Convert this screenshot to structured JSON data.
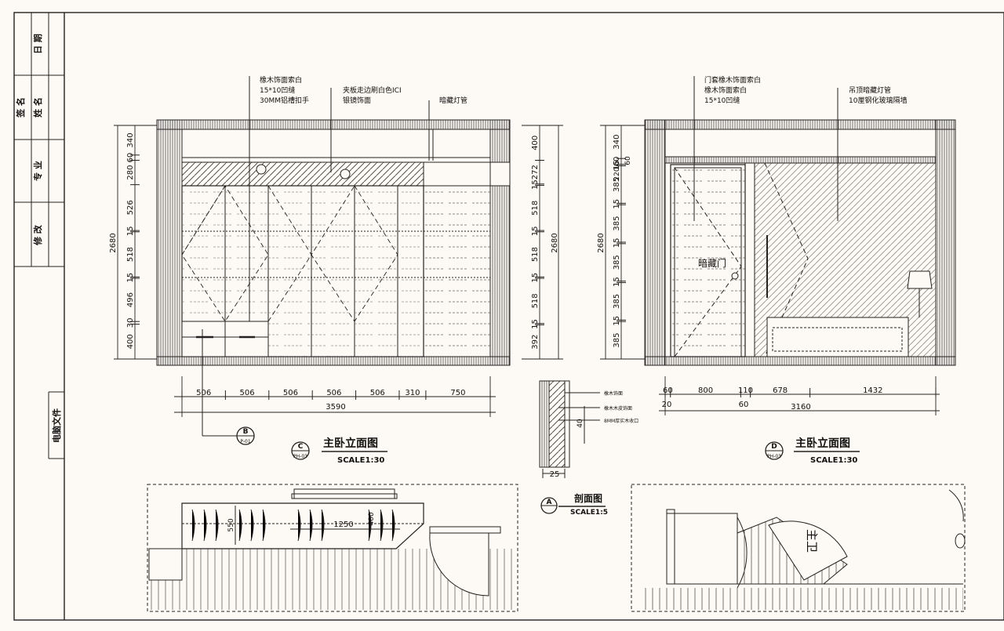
{
  "title_block": {
    "rows": [
      "日 期",
      "签 名",
      "姓 名",
      "专 业",
      "修 改"
    ],
    "file_label": "电脑文件"
  },
  "elevation_c": {
    "title": "主卧立面图",
    "scale": "SCALE1:30",
    "tag_letter": "C",
    "tag_sheet": "PH-03",
    "notes_a": [
      "橡木饰面索白",
      "15*10凹缝",
      "30MM铝槽扣手"
    ],
    "notes_b": [
      "夹板走边刷白色ICI",
      "银镜饰面"
    ],
    "note_c": "暗藏灯管",
    "left_dims": [
      "340",
      "60",
      "280",
      "526",
      "15",
      "518",
      "15",
      "496",
      "30",
      "400"
    ],
    "overall_height": "2680",
    "right_dims": [
      "400",
      "272",
      "15",
      "518",
      "15",
      "518",
      "15",
      "518",
      "15",
      "392"
    ],
    "bottom_dims": [
      "506",
      "506",
      "506",
      "506",
      "506",
      "310",
      "750"
    ],
    "overall_width": "3590",
    "detail_tag_letter": "B",
    "detail_tag_sheet": "P-01"
  },
  "elevation_d": {
    "title": "主卧立面图",
    "scale": "SCALE1:30",
    "tag_letter": "D",
    "tag_sheet": "PH-03",
    "notes_a": [
      "门套橡木饰面索白",
      "橡木饰面索白",
      "15*10凹缝"
    ],
    "notes_b": [
      "吊顶暗藏灯管",
      "10厘钢化玻璃隔墙"
    ],
    "door_label": "暗藏门",
    "left_dims": [
      "340",
      "60",
      "15",
      "385",
      "15",
      "385",
      "15",
      "385",
      "15",
      "385",
      "15",
      "385"
    ],
    "left_small": [
      "220",
      "60"
    ],
    "overall_height": "2680",
    "bottom_dims": [
      "60",
      "800",
      "110",
      "678",
      "1432"
    ],
    "bottom_small": [
      "20",
      "60"
    ],
    "overall_width": "3160"
  },
  "section_a": {
    "title": "剖面图",
    "scale": "SCALE1:5",
    "tag_letter": "A",
    "notes": [
      "橡木饰面",
      "橡木木皮饰面",
      "8MM厚实木收口"
    ],
    "dim_40": "40",
    "dim_25": "25"
  },
  "plan_left": {
    "dims": [
      "550",
      "1250",
      "400"
    ]
  },
  "plan_right": {
    "room_label": "主卫"
  }
}
